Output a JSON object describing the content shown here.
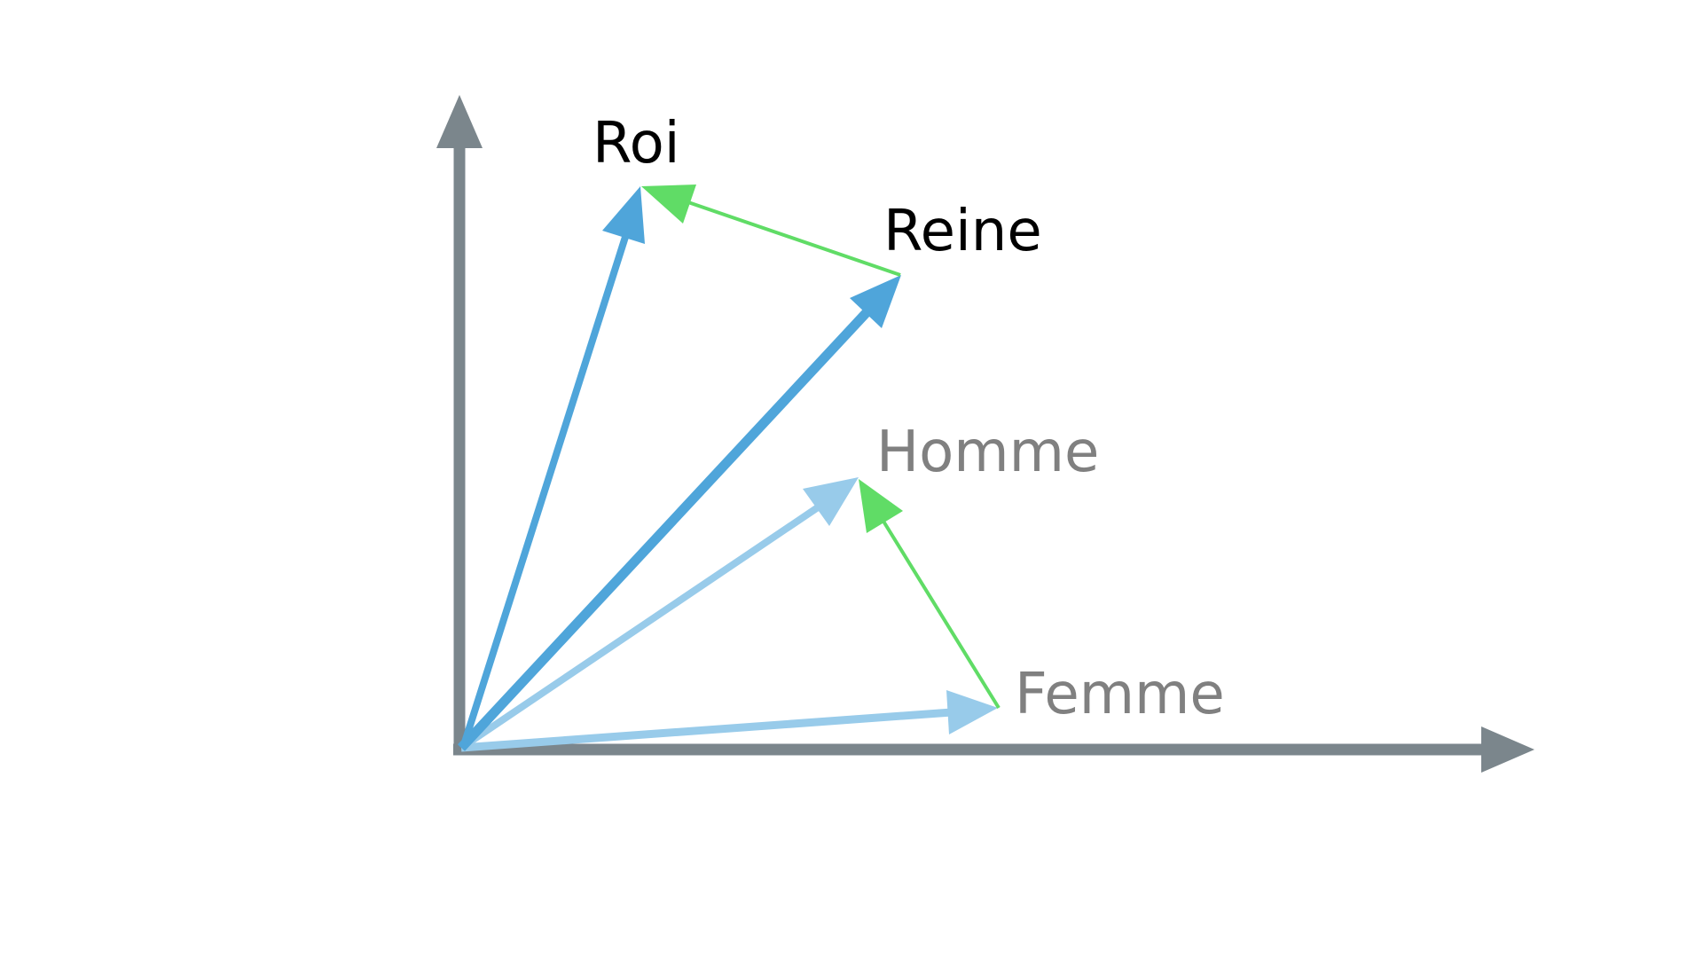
{
  "diagram": {
    "colors": {
      "axis": "#7b868c",
      "vector_primary": "#4fa5da",
      "vector_secondary": "#98cbea",
      "difference": "#60dc66",
      "label_primary": "#000000",
      "label_secondary": "#808080"
    },
    "words": {
      "roi": "Roi",
      "reine": "Reine",
      "homme": "Homme",
      "femme": "Femme"
    }
  }
}
